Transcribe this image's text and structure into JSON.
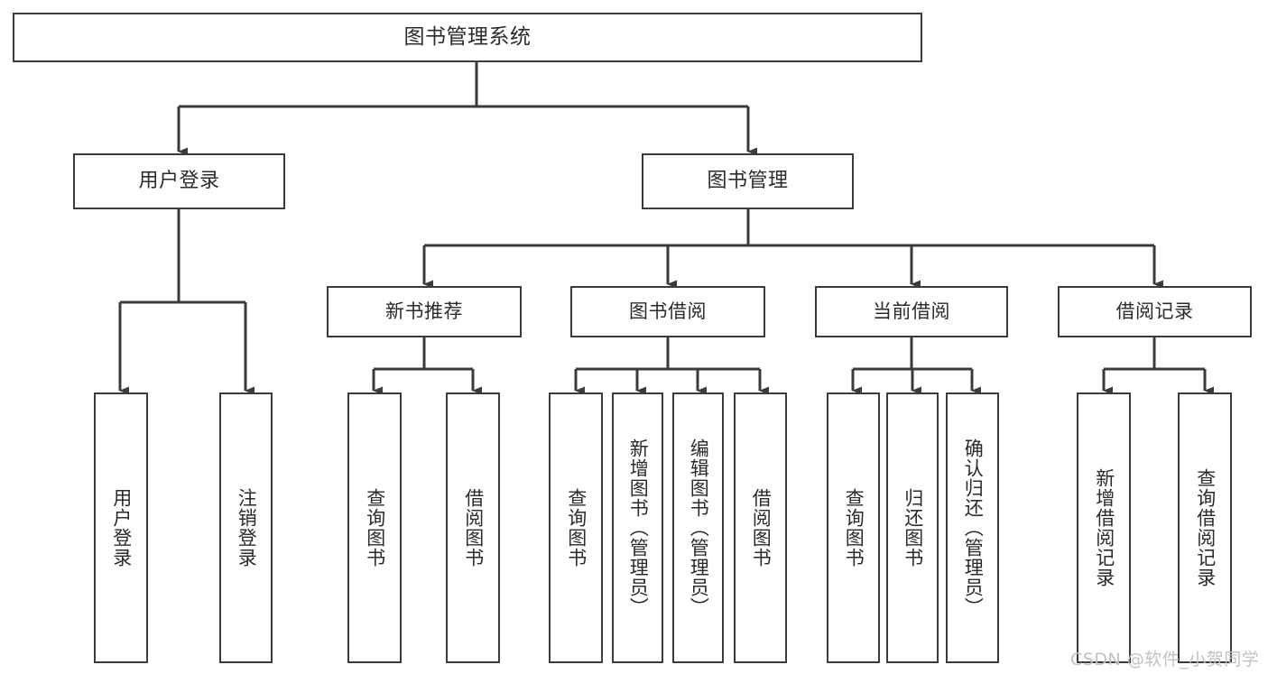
{
  "diagram": {
    "title": "图书管理系统",
    "type": "hierarchy-tree",
    "root": {
      "label": "图书管理系统"
    },
    "level2": [
      {
        "label": "用户登录"
      },
      {
        "label": "图书管理"
      }
    ],
    "level3": [
      {
        "label": "新书推荐"
      },
      {
        "label": "图书借阅"
      },
      {
        "label": "当前借阅"
      },
      {
        "label": "借阅记录"
      }
    ],
    "leaves": {
      "user_login": [
        {
          "label": "用户登录"
        },
        {
          "label": "注销登录"
        }
      ],
      "new_book_recommend": [
        {
          "label": "查询图书"
        },
        {
          "label": "借阅图书"
        }
      ],
      "book_borrow": [
        {
          "label": "查询图书"
        },
        {
          "label": "新增图书（管理员）"
        },
        {
          "label": "编辑图书（管理员）"
        },
        {
          "label": "借阅图书"
        }
      ],
      "current_borrow": [
        {
          "label": "查询图书"
        },
        {
          "label": "归还图书"
        },
        {
          "label": "确认归还（管理员）"
        }
      ],
      "borrow_record": [
        {
          "label": "新增借阅记录"
        },
        {
          "label": "查询借阅记录"
        }
      ]
    }
  },
  "watermark": {
    "text": "CSDN @软件_小贺同学"
  },
  "colors": {
    "stroke": "#3b3b3b",
    "text": "#2b2b2b",
    "background": "#ffffff",
    "watermark": "#c2c2c2"
  }
}
